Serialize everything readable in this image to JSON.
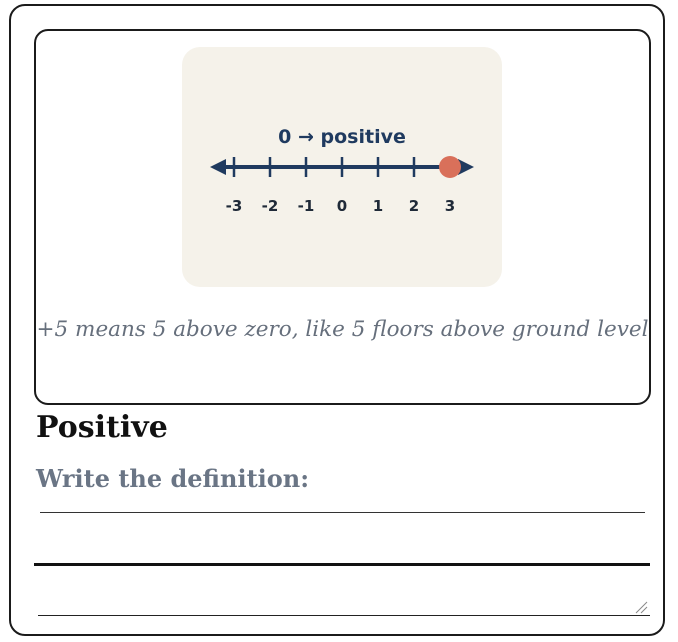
{
  "illustration": {
    "title": "0 → positive",
    "number_line": {
      "ticks": [
        "-3",
        "-2",
        "-1",
        "0",
        "1",
        "2",
        "3"
      ],
      "highlighted_value": "3",
      "line_color": "#1f3a5f",
      "marker_color": "#d9705a"
    },
    "caption": "+5 means 5 above zero, like 5 floors above ground level"
  },
  "term": "Positive",
  "prompt": "Write the definition:",
  "answer": {
    "value": "",
    "placeholder": ""
  }
}
